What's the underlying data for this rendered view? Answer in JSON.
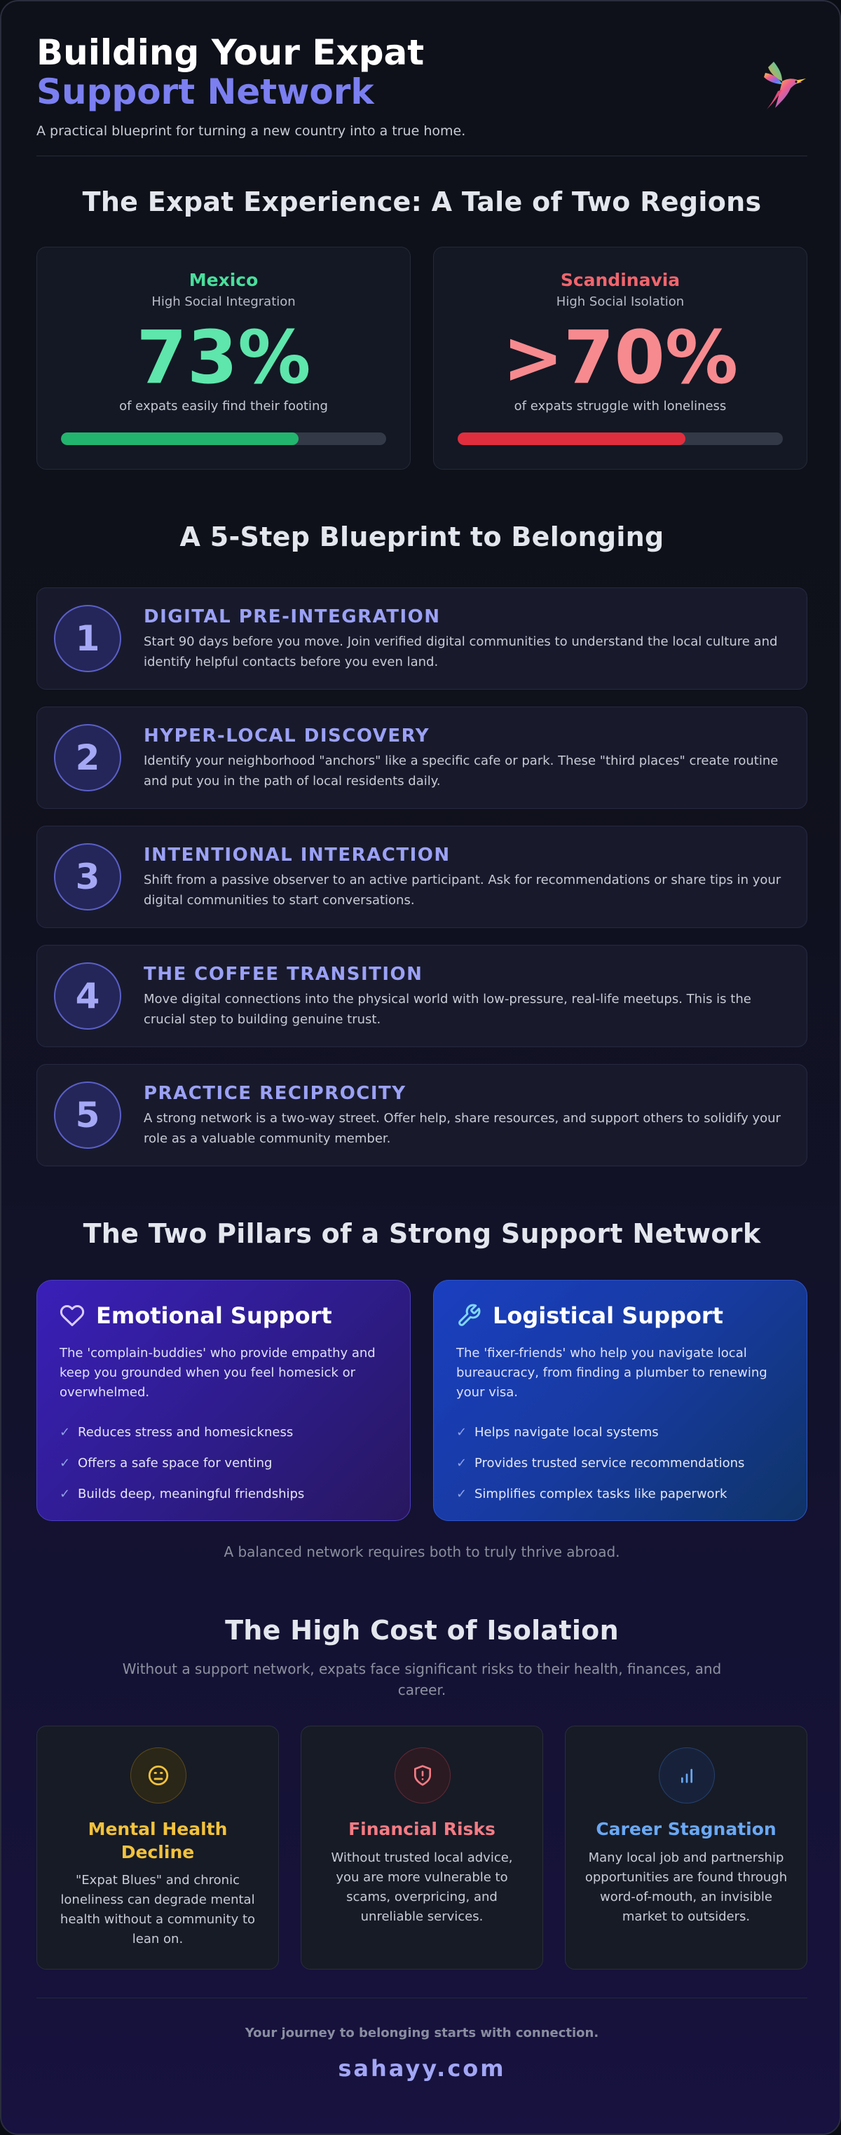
{
  "header": {
    "title_line1": "Building Your Expat",
    "title_line2": "Support Network",
    "tagline": "A practical blueprint for turning a new country into a true home."
  },
  "comparison": {
    "title": "The Expat Experience: A Tale of Two Regions",
    "cards": [
      {
        "region": "Mexico",
        "subtitle": "High Social Integration",
        "value": "73%",
        "description": "of expats easily find their footing",
        "progress_percent": 73,
        "accent": "#4ade9c",
        "bar_color": "#22b56e"
      },
      {
        "region": "Scandinavia",
        "subtitle": "High Social Isolation",
        "value": ">70%",
        "description": "of expats struggle with loneliness",
        "progress_percent": 70,
        "accent": "#f78a8f",
        "bar_color": "#e12e3e"
      }
    ]
  },
  "blueprint": {
    "title": "A 5-Step Blueprint to Belonging",
    "steps": [
      {
        "number": "1",
        "title": "DIGITAL PRE-INTEGRATION",
        "text": "Start 90 days before you move. Join verified digital communities to understand the local culture and identify helpful contacts before you even land."
      },
      {
        "number": "2",
        "title": "HYPER-LOCAL DISCOVERY",
        "text": "Identify your neighborhood \"anchors\" like a specific cafe or park. These \"third places\" create routine and put you in the path of local residents daily."
      },
      {
        "number": "3",
        "title": "INTENTIONAL INTERACTION",
        "text": "Shift from a passive observer to an active participant. Ask for recommendations or share tips in your digital communities to start conversations."
      },
      {
        "number": "4",
        "title": "THE COFFEE TRANSITION",
        "text": "Move digital connections into the physical world with low-pressure, real-life meetups. This is the crucial step to building genuine trust."
      },
      {
        "number": "5",
        "title": "PRACTICE RECIPROCITY",
        "text": "A strong network is a two-way street. Offer help, share resources, and support others to solidify your role as a valuable community member."
      }
    ]
  },
  "pillars": {
    "title": "The Two Pillars of a Strong Support Network",
    "emotional": {
      "title": "Emotional Support",
      "icon": "heart-icon",
      "description": "The 'complain-buddies' who provide empathy and keep you grounded when you feel homesick or overwhelmed.",
      "items": [
        "Reduces stress and homesickness",
        "Offers a safe space for venting",
        "Builds deep, meaningful friendships"
      ]
    },
    "logistical": {
      "title": "Logistical Support",
      "icon": "wrench-icon",
      "description": "The 'fixer-friends' who help you navigate local bureaucracy, from finding a plumber to renewing your visa.",
      "items": [
        "Helps navigate local systems",
        "Provides trusted service recommendations",
        "Simplifies complex tasks like paperwork"
      ]
    },
    "note": "A balanced network requires both to truly thrive abroad."
  },
  "isolation": {
    "title": "The High Cost of Isolation",
    "subtitle": "Without a support network, expats face significant risks to their health, finances, and career.",
    "cards": [
      {
        "title": "Mental Health Decline",
        "text": "\"Expat Blues\" and chronic loneliness can degrade mental health without a community to lean on.",
        "icon": "sad-face-icon",
        "color": "#f2c23c"
      },
      {
        "title": "Financial Risks",
        "text": "Without trusted local advice, you are more vulnerable to scams, overpricing, and unreliable services.",
        "icon": "shield-alert-icon",
        "color": "#f47b84"
      },
      {
        "title": "Career Stagnation",
        "text": "Many local job and partnership opportunities are found through word-of-mouth, an invisible market to outsiders.",
        "icon": "bar-chart-icon",
        "color": "#6aa8f4"
      }
    ]
  },
  "footer": {
    "line": "Your journey to belonging starts with connection.",
    "brand": "sahayy.com"
  }
}
